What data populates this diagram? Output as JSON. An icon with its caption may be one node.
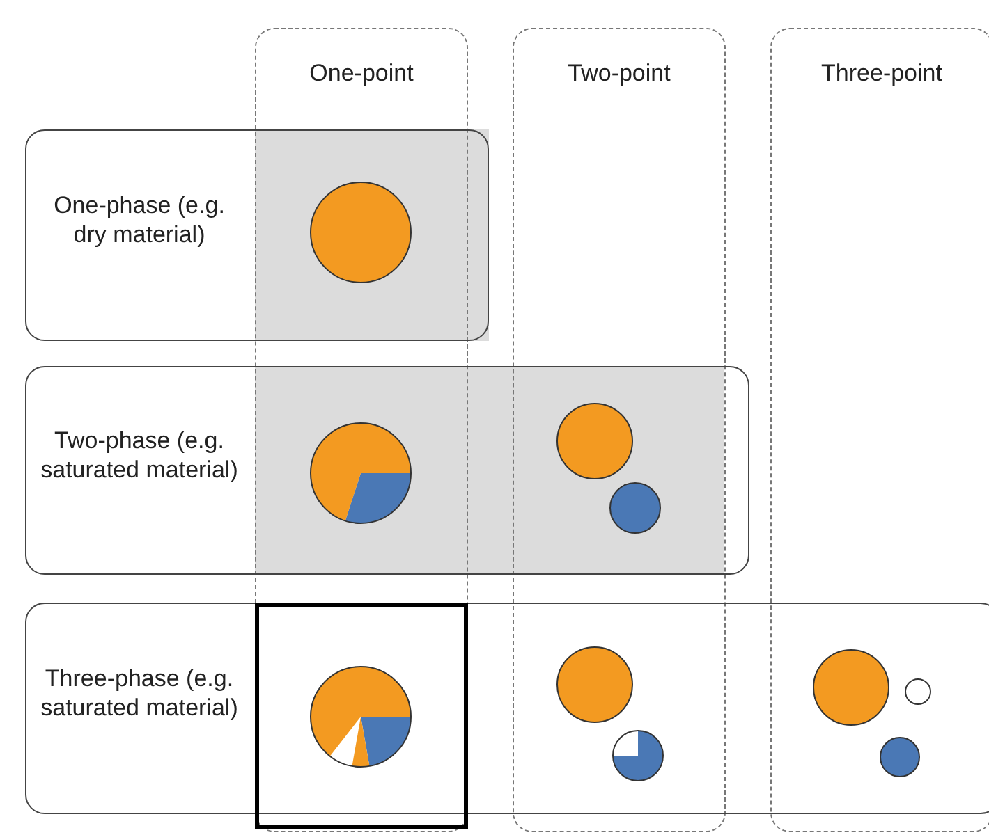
{
  "diagram": {
    "nodes": [
      {
        "text": [
          "One-point"
        ]
      },
      {
        "text": [
          "Two-point"
        ]
      },
      {
        "text": [
          "Three-point"
        ]
      },
      {
        "text": [
          "One-phase (e.g. dry material)"
        ]
      },
      {
        "text": [
          "Two-phase (e.g. saturated material)"
        ]
      },
      {
        "text": [
          "Three-phase (e.g. saturated material)"
        ]
      }
    ]
  }
}
